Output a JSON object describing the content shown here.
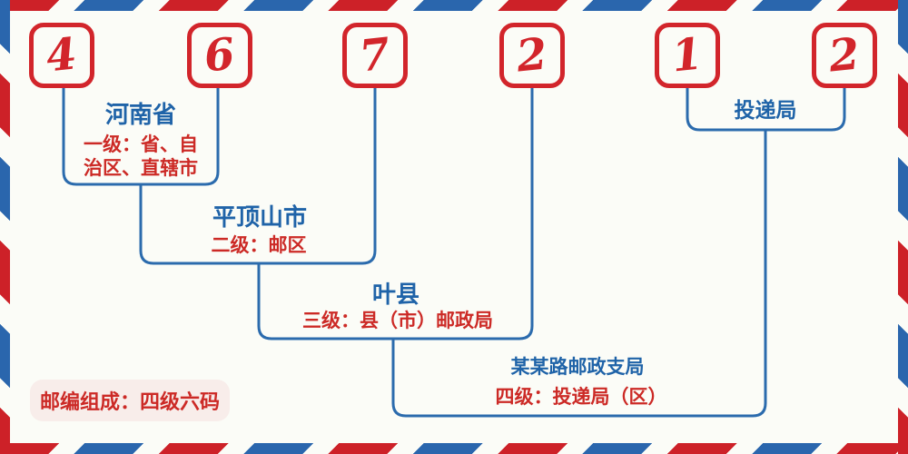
{
  "postal_code": {
    "digits": [
      "4",
      "6",
      "7",
      "2",
      "1",
      "2"
    ]
  },
  "levels": [
    {
      "name": "河南省",
      "desc_line1": "一级：省、自",
      "desc_line2": "治区、直辖市"
    },
    {
      "name": "平顶山市",
      "desc": "二级：邮区"
    },
    {
      "name": "叶县",
      "desc": "三级：县（市）邮政局"
    },
    {
      "name": "某某路邮政支局",
      "desc": "四级：投递局（区）"
    }
  ],
  "delivery_office_label": "投递局",
  "footer_badge": "邮编组成：四级六码",
  "colors": {
    "digit_red": "#d2252b",
    "line_blue": "#2b6bad",
    "text_blue": "#1f63a8",
    "text_red": "#cc2a26",
    "background": "#fbfcf7",
    "badge_background": "#f8edea",
    "stripe_red": "#cd2128",
    "stripe_blue": "#2a66ad"
  }
}
